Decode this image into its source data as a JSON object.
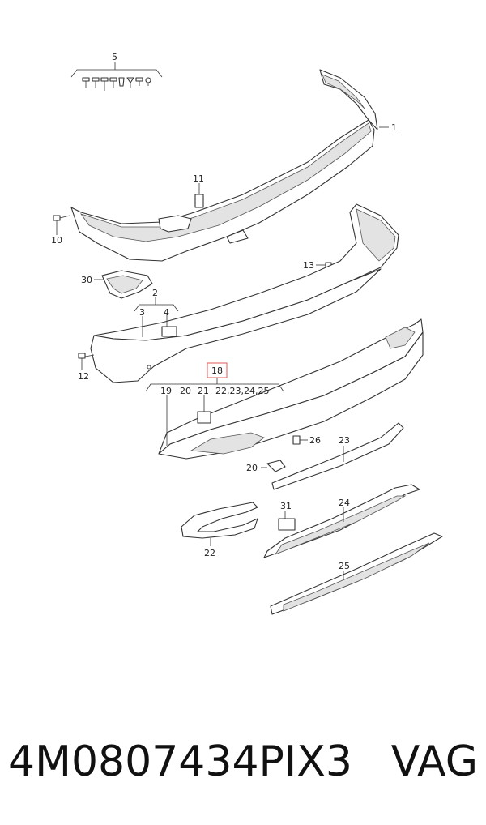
{
  "callouts": {
    "c1": "1",
    "c2": "2",
    "c3": "3",
    "c4": "4",
    "c5": "5",
    "c10": "10",
    "c11": "11",
    "c12": "12",
    "c13": "13",
    "c18": "18",
    "c19": "19",
    "c20a": "20",
    "c21": "21",
    "c22list": "22,23,24,25",
    "c20b": "20",
    "c22": "22",
    "c23": "23",
    "c24": "24",
    "c25": "25",
    "c26": "26",
    "c30": "30",
    "c31": "31"
  },
  "colors": {
    "highlight_box": "#e57373",
    "line": "#333333"
  },
  "footer": {
    "part_number": "4M0807434PIX3",
    "brand": "VAG"
  }
}
